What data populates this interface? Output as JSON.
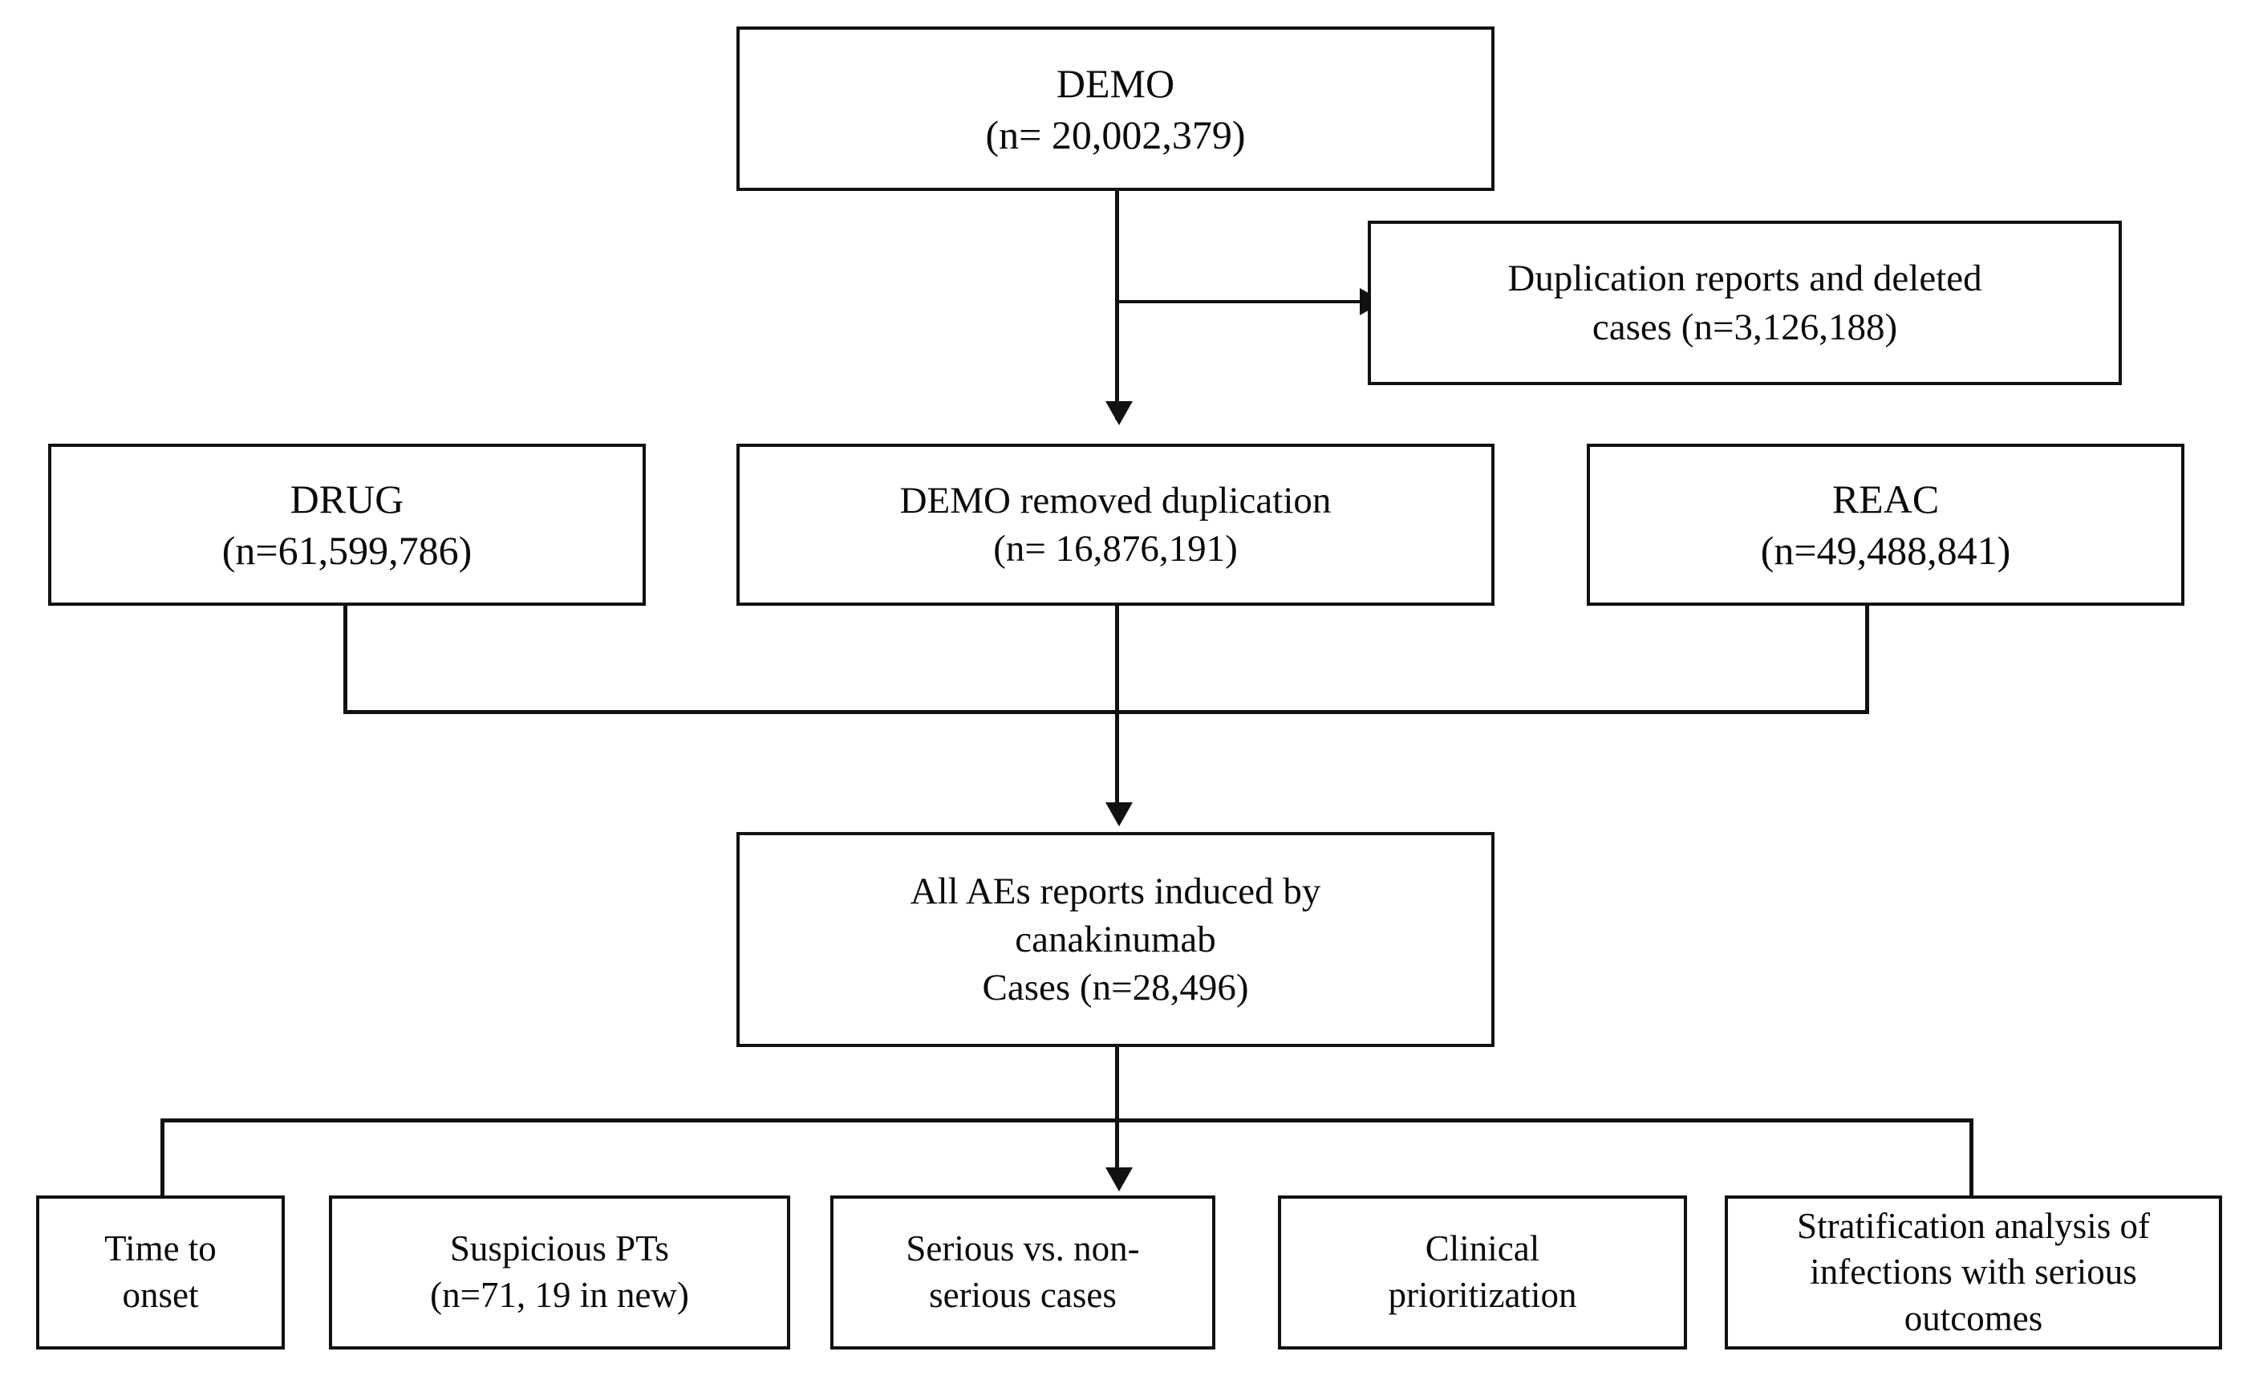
{
  "diagram": {
    "title": "Canakinumab adverse event report selection flowchart",
    "line_color": "#111111",
    "box_fill": "#ffffff",
    "nodes": {
      "demo": {
        "label": "DEMO\n(n= 20,002,379)"
      },
      "duplication": {
        "label": "Duplication reports and deleted\ncases (n=3,126,188)"
      },
      "drug": {
        "label": "DRUG\n(n=61,599,786)"
      },
      "demo_removed": {
        "label": "DEMO removed duplication\n(n= 16,876,191)"
      },
      "reac": {
        "label": "REAC\n(n=49,488,841)"
      },
      "all_aes": {
        "label": "All AEs reports induced by\ncanakinumab\nCases (n=28,496)"
      },
      "time_to_onset": {
        "label": "Time to\nonset"
      },
      "suspicious_pts": {
        "label": "Suspicious PTs\n(n=71, 19 in new)"
      },
      "serious_vs_nonserious": {
        "label": "Serious vs. non-\nserious cases"
      },
      "clinical_prioritization": {
        "label": "Clinical\nprioritization"
      },
      "stratification": {
        "label": "Stratification analysis of\ninfections with serious\noutcomes"
      }
    }
  },
  "chart_data": {
    "type": "diagram",
    "title": "Canakinumab adverse event report selection flowchart",
    "nodes": [
      {
        "id": "demo",
        "text": "DEMO (n= 20,002,379)",
        "n": 20002379
      },
      {
        "id": "duplication",
        "text": "Duplication reports and deleted cases (n=3,126,188)",
        "n": 3126188
      },
      {
        "id": "drug",
        "text": "DRUG (n=61,599,786)",
        "n": 61599786
      },
      {
        "id": "demo_removed",
        "text": "DEMO removed duplication (n= 16,876,191)",
        "n": 16876191
      },
      {
        "id": "reac",
        "text": "REAC (n=49,488,841)",
        "n": 49488841
      },
      {
        "id": "all_aes",
        "text": "All AEs reports induced by canakinumab Cases (n=28,496)",
        "n": 28496
      },
      {
        "id": "time_to_onset",
        "text": "Time to onset",
        "n": null
      },
      {
        "id": "suspicious_pts",
        "text": "Suspicious PTs (n=71, 19 in new)",
        "n": 71
      },
      {
        "id": "serious_vs_nonserious",
        "text": "Serious vs. non-serious cases",
        "n": null
      },
      {
        "id": "clinical_prioritization",
        "text": "Clinical prioritization",
        "n": null
      },
      {
        "id": "stratification",
        "text": "Stratification analysis of infections with serious outcomes",
        "n": null
      }
    ],
    "edges": [
      {
        "from": "demo",
        "to": "duplication",
        "style": "arrow"
      },
      {
        "from": "demo",
        "to": "demo_removed",
        "style": "arrow"
      },
      {
        "from": "drug",
        "to": "all_aes",
        "style": "merge"
      },
      {
        "from": "demo_removed",
        "to": "all_aes",
        "style": "arrow"
      },
      {
        "from": "reac",
        "to": "all_aes",
        "style": "merge"
      },
      {
        "from": "all_aes",
        "to": "time_to_onset",
        "style": "branch"
      },
      {
        "from": "all_aes",
        "to": "suspicious_pts",
        "style": "branch"
      },
      {
        "from": "all_aes",
        "to": "serious_vs_nonserious",
        "style": "arrow"
      },
      {
        "from": "all_aes",
        "to": "clinical_prioritization",
        "style": "branch"
      },
      {
        "from": "all_aes",
        "to": "stratification",
        "style": "branch"
      }
    ]
  }
}
